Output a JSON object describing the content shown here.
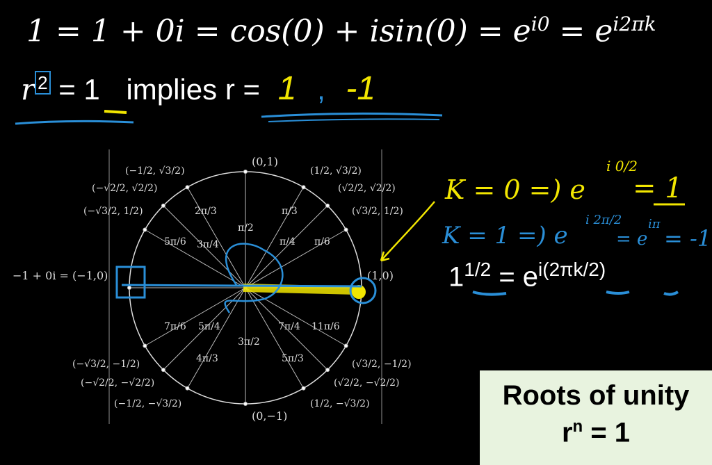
{
  "equation": {
    "text": "1 = 1 + 0i = cos(0) + isin(0) = e",
    "exp1": "i0",
    "eq": " = e",
    "exp2": "i2πk"
  },
  "r_line": {
    "r": "r",
    "power": "2",
    "equals_one": "= 1",
    "implies": "implies r =",
    "root1": "1",
    "comma": ",",
    "root2": "-1"
  },
  "handwritten": {
    "k0_left": "K = 0 =) e",
    "k0_exp": "i 0/2",
    "k0_result": "= 1",
    "k1_left": "K = 1 =) e",
    "k1_exp": "i 2π/2",
    "k1_mid": "= e",
    "k1_exp2": "iπ",
    "k1_result": "= -1"
  },
  "power_eq": {
    "base": "1",
    "exp": "1/2",
    "rhs": "= e",
    "rhs_exp": "i(2πk/2)"
  },
  "summary": {
    "title": "Roots of unity",
    "formula_r": "r",
    "formula_n": "n",
    "formula_rest": " = 1"
  },
  "circle_labels": {
    "top": "(0,1)",
    "bottom": "(0,−1)",
    "right": "(1,0)",
    "left": "−1 + 0i = (−1,0)",
    "pt_120": "(−1/2, √3/2)",
    "pt_135": "(−√2/2, √2/2)",
    "pt_150": "(−√3/2, 1/2)",
    "pt_60": "(1/2, √3/2)",
    "pt_45": "(√2/2, √2/2)",
    "pt_30": "(√3/2, 1/2)",
    "pt_210": "(−√3/2, −1/2)",
    "pt_225": "(−√2/2, −√2/2)",
    "pt_240": "(−1/2, −√3/2)",
    "pt_330": "(√3/2, −1/2)",
    "pt_315": "(√2/2, −√2/2)",
    "pt_300": "(1/2, −√3/2)",
    "ang_90": "π/2",
    "ang_60": "π/3",
    "ang_45": "π/4",
    "ang_30": "π/6",
    "ang_120": "2π/3",
    "ang_135": "3π/4",
    "ang_150": "5π/6",
    "ang_210": "7π/6",
    "ang_225": "5π/4",
    "ang_240": "4π/3",
    "ang_270": "3π/2",
    "ang_300": "5π/3",
    "ang_315": "7π/4",
    "ang_330": "11π/6"
  },
  "colors": {
    "yellow": "#f2e600",
    "blue": "#2a8fd8",
    "summary_bg": "#e8f3df"
  }
}
